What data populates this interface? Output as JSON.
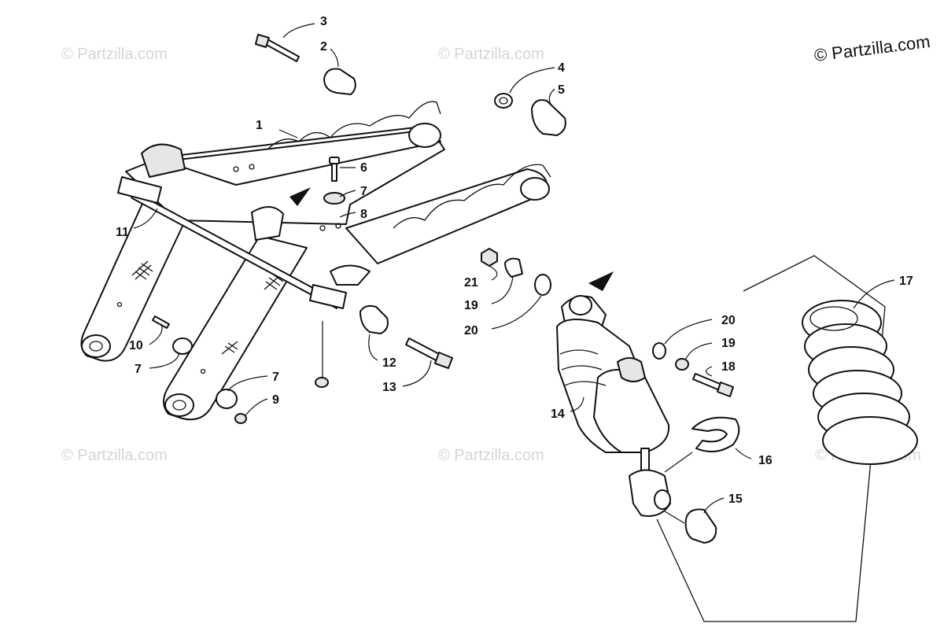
{
  "watermark": {
    "text": "© Partzilla.com",
    "copyright": "© Partzilla.com"
  },
  "callouts": [
    {
      "id": "c1",
      "label": "1"
    },
    {
      "id": "c2",
      "label": "2"
    },
    {
      "id": "c3",
      "label": "3"
    },
    {
      "id": "c4",
      "label": "4"
    },
    {
      "id": "c5",
      "label": "5"
    },
    {
      "id": "c6",
      "label": "6"
    },
    {
      "id": "c7a",
      "label": "7"
    },
    {
      "id": "c8",
      "label": "8"
    },
    {
      "id": "c11",
      "label": "11"
    },
    {
      "id": "c10",
      "label": "10"
    },
    {
      "id": "c7b",
      "label": "7"
    },
    {
      "id": "c7c",
      "label": "7"
    },
    {
      "id": "c9",
      "label": "9"
    },
    {
      "id": "c12",
      "label": "12"
    },
    {
      "id": "c13",
      "label": "13"
    },
    {
      "id": "c21",
      "label": "21"
    },
    {
      "id": "c19a",
      "label": "19"
    },
    {
      "id": "c20a",
      "label": "20"
    },
    {
      "id": "c14",
      "label": "14"
    },
    {
      "id": "c20b",
      "label": "20"
    },
    {
      "id": "c19b",
      "label": "19"
    },
    {
      "id": "c18",
      "label": "18"
    },
    {
      "id": "c16",
      "label": "16"
    },
    {
      "id": "c15",
      "label": "15"
    },
    {
      "id": "c17",
      "label": "17"
    }
  ],
  "colors": {
    "line": "#111111",
    "watermark": "#d6d6d6",
    "part_fill": "#ffffff",
    "part_shade": "#e6e6e6"
  }
}
